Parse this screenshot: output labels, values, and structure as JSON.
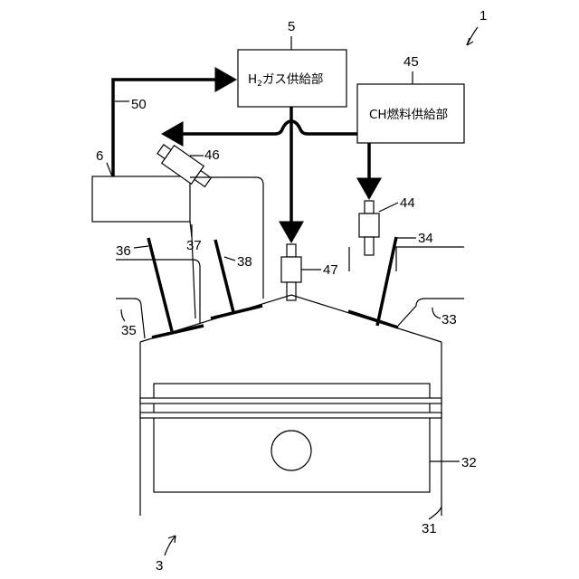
{
  "components": {
    "h2_supply": {
      "ref": "5",
      "label_main": "H",
      "label_sub": "2",
      "label_rest": "ガス供給部"
    },
    "ch_supply": {
      "ref": "45",
      "label": "CH燃料供給部"
    },
    "unit6": {
      "ref": "6"
    }
  },
  "refs": {
    "system": "1",
    "engine": "3",
    "line50": "50",
    "inj46": "46",
    "inj44": "44",
    "inj47": "47",
    "port34": "34",
    "port33": "33",
    "port35": "35",
    "port36": "36",
    "port37": "37",
    "port38": "38",
    "piston32": "32",
    "cyl31": "31"
  }
}
